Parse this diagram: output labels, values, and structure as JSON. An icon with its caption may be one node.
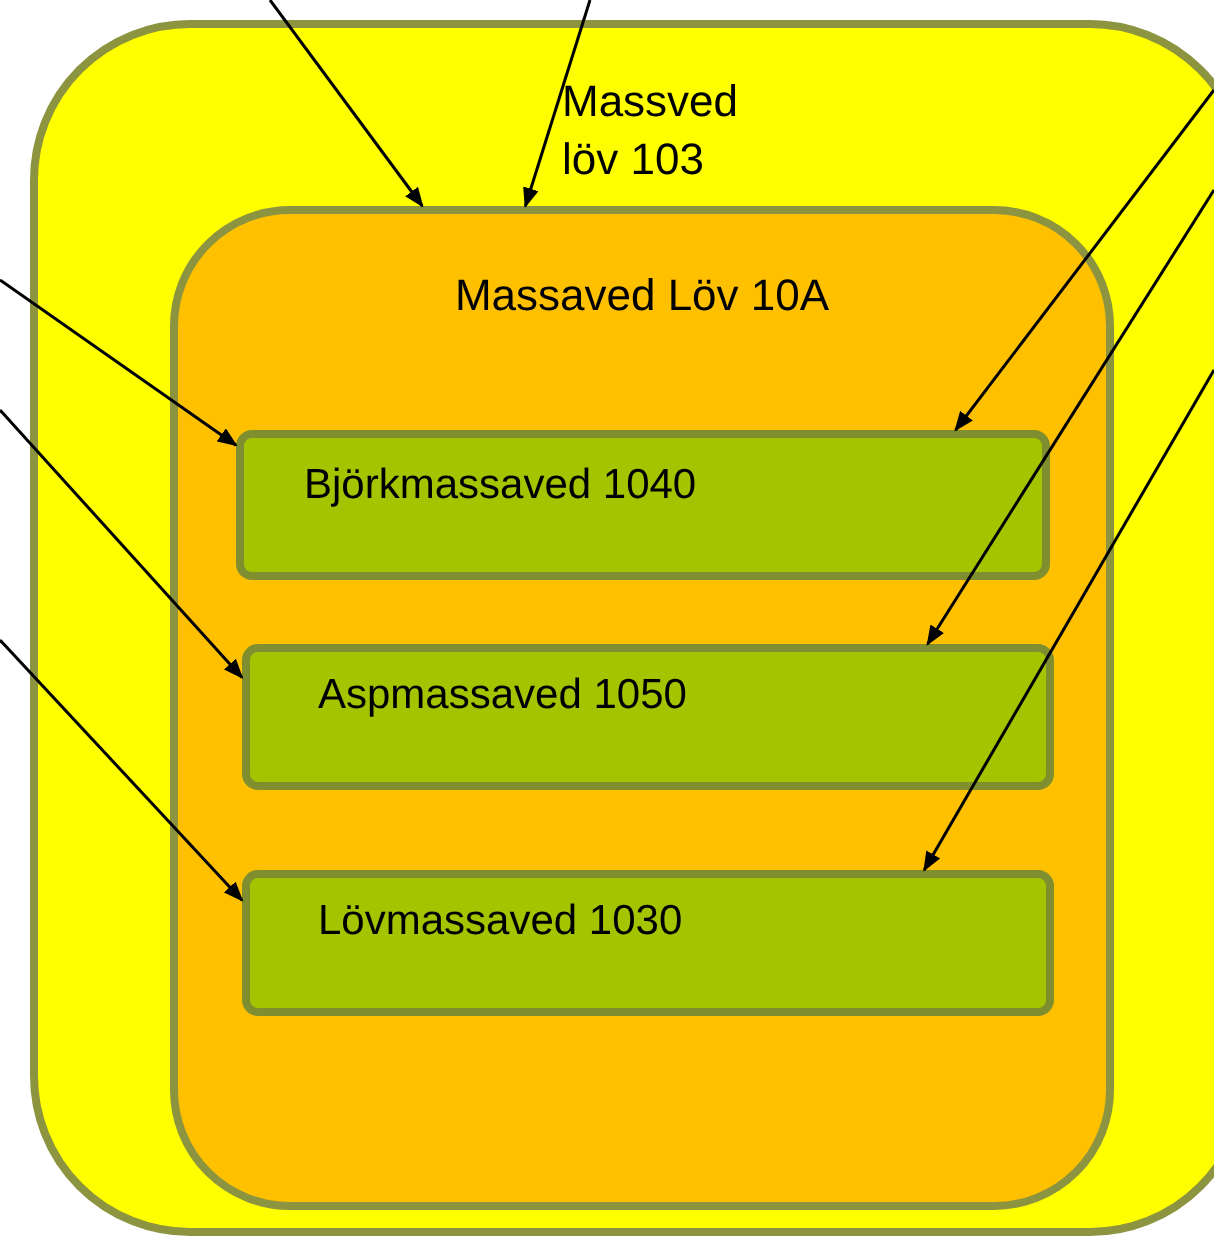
{
  "diagram": {
    "nodes": [
      {
        "text": [
          "Massved löv 103"
        ]
      },
      {
        "text": [
          "Massaved Löv 10A"
        ],
        "in": 0
      },
      {
        "text": [
          "Björkmassaved 1040"
        ],
        "in": 1
      },
      {
        "text": [
          "Aspmassaved 1050"
        ],
        "in": 1
      },
      {
        "text": [
          "Lövmassaved 1030"
        ],
        "in": 1
      }
    ],
    "edges": [
      {
        "from": null,
        "to": 1,
        "arrow": "to"
      },
      {
        "from": null,
        "to": 1,
        "arrow": "to"
      },
      {
        "from": null,
        "to": 2,
        "arrow": "to"
      },
      {
        "from": null,
        "to": 3,
        "arrow": "to"
      },
      {
        "from": null,
        "to": 4,
        "arrow": "to"
      },
      {
        "from": null,
        "to": 2,
        "arrow": "to"
      },
      {
        "from": null,
        "to": 3,
        "arrow": "to"
      },
      {
        "from": null,
        "to": 4,
        "arrow": "to"
      }
    ]
  }
}
